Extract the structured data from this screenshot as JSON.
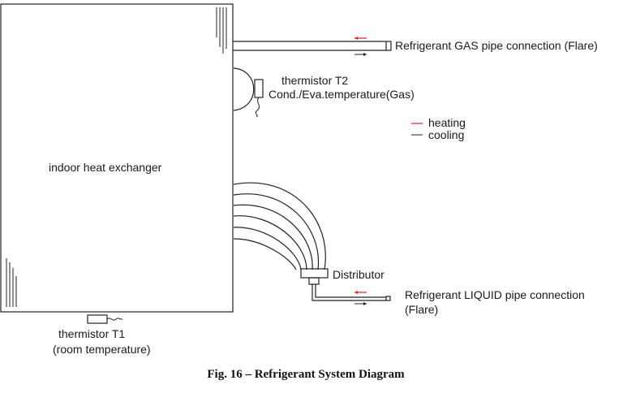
{
  "labels": {
    "heat_exchanger": "indoor heat exchanger",
    "gas_pipe": "Refrigerant GAS pipe connection (Flare)",
    "thermistor_t2": "thermistor T2",
    "thermistor_t2_desc": "Cond./Eva.temperature(Gas)",
    "legend_heating": "heating",
    "legend_cooling": "cooling",
    "distributor": "Distributor",
    "liquid_pipe_line1": "Refrigerant LIQUID pipe connection",
    "liquid_pipe_line2": "(Flare)",
    "thermistor_t1": "thermistor T1",
    "thermistor_t1_desc": "(room temperature)"
  },
  "caption": "Fig. 16 – Refrigerant System Diagram",
  "colors": {
    "heating_arrow": "#e02020",
    "cooling_arrow": "#222222",
    "line": "#222222"
  }
}
